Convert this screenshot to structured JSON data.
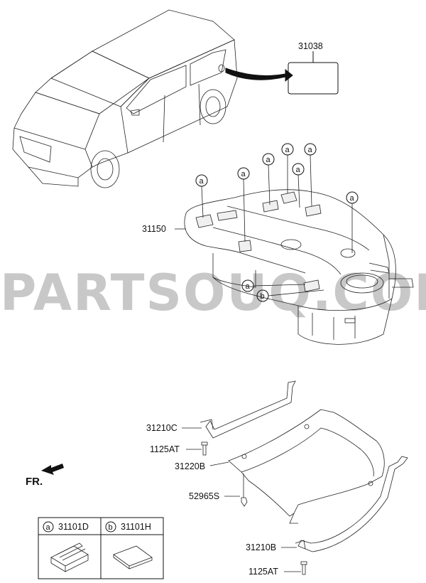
{
  "labels": {
    "label_card": "31038",
    "fuel_tank": "31150",
    "band_front": "31210C",
    "bolt_front": "1125AT",
    "protector": "31220B",
    "clip": "52965S",
    "band_rear": "31210B",
    "bolt_rear": "1125AT"
  },
  "callouts": {
    "a": "a",
    "b": "b"
  },
  "direction": "FR.",
  "watermark": "PARTSOUQ.COM",
  "legend": {
    "a_letter": "a",
    "a_part": "31101D",
    "b_letter": "b",
    "b_part": "31101H"
  }
}
